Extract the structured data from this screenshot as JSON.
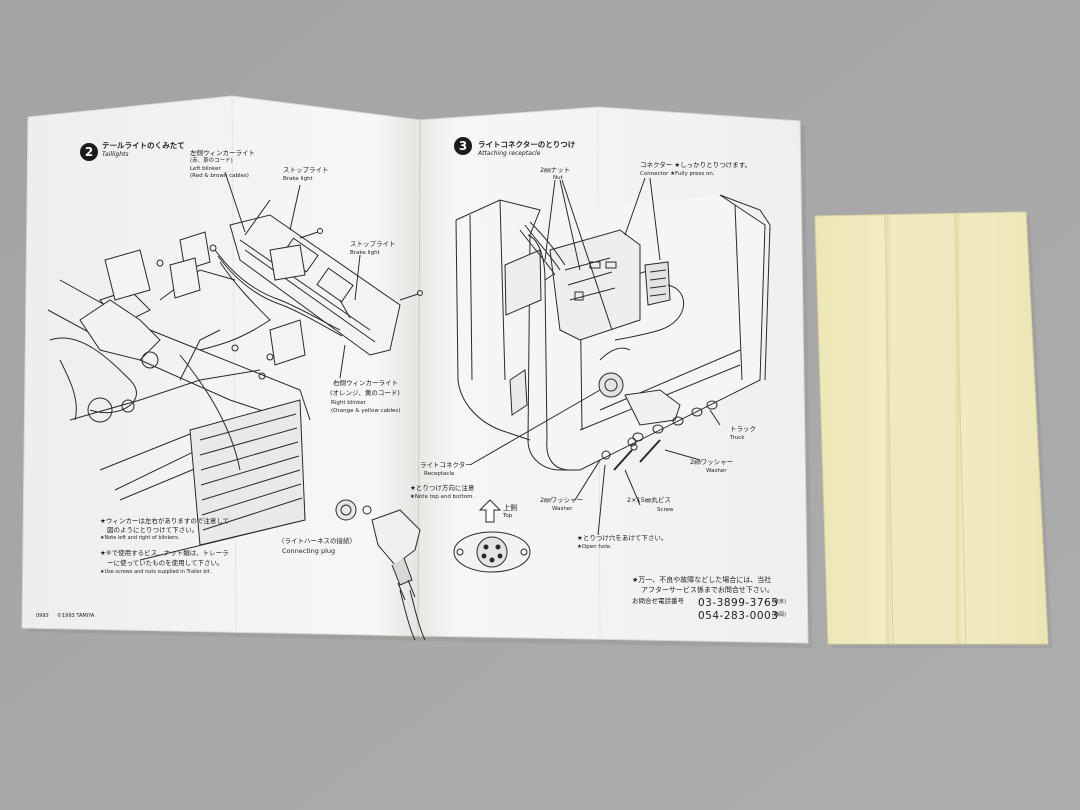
{
  "colors": {
    "background": "#a7a7a9",
    "sheet": "#f4f4f2",
    "note_paper": "#efe9bd",
    "ink": "#1c1c1c"
  },
  "instruction_sheet": {
    "step2": {
      "number": "2",
      "title_jp": "テールライトのくみたて",
      "title_en": "Taillights",
      "labels": {
        "left_blinker_jp": "左側ウィンカーライト",
        "left_blinker_jp2": "(赤、茶のコード)",
        "left_blinker_en": "Left blinker",
        "left_blinker_en2": "(Red & brown cables)",
        "stop_light_1_jp": "ストップライト",
        "stop_light_1_en": "Brake light",
        "stop_light_2_jp": "ストップライト",
        "stop_light_2_en": "Brake light",
        "right_blinker_jp": "右側ウィンカーライト",
        "right_blinker_jp2": "(オレンジ、黄のコード)",
        "right_blinker_en": "Right blinker",
        "right_blinker_en2": "(Orange & yellow cables)"
      },
      "notes": {
        "note1_jp": "★ウィンカーは左右がありますので注意して",
        "note1_jp2": "図のようにとりつけて下さい。",
        "note1_en": "★Note left and right of blinkers.",
        "note2_jp": "★⑥で使用するビス、ナット類は、トレーラ",
        "note2_jp2": "ーに使っていたものを使用して下さい。",
        "note2_en": "★Use screws and nuts supplied in Trailer kit."
      }
    },
    "step3": {
      "number": "3",
      "title_jp": "ライトコネクターのとりつけ",
      "title_en": "Attaching receptacle",
      "labels": {
        "nut_jp": "2㎜ナット",
        "nut_en": "Nut",
        "connector_jp": "コネクター ★しっかりとりつけます。",
        "connector_en": "Connector ★Fully press on.",
        "truck_jp": "トラック",
        "truck_en": "Truck",
        "washer1_jp": "2㎜ワッシャー",
        "washer1_en": "Washer",
        "receptacle_jp": "ライトコネクター",
        "receptacle_en": "Receptacle",
        "washer2_jp": "2㎜ワッシャー",
        "washer2_en": "Washer",
        "screw_jp": "2×15㎜丸ビス",
        "screw_en": "Screw"
      },
      "notes": {
        "topbottom_jp": "★とりつけ方向に注意",
        "topbottom_en": "★Note top and bottom.",
        "top_jp": "上側",
        "top_en": "Top",
        "openhole_jp": "★とりつけ穴をあけて下さい。",
        "openhole_en": "★Open hole."
      }
    },
    "connecting_plug": {
      "label_jp": "〈ライトハーネスの接続〉",
      "label_en": "Connecting plug"
    },
    "contact": {
      "warning_jp": "★万一、不良や故障などした場合には、当社",
      "warning_jp2": "アフターサービス係までお問合せ下さい。",
      "phone_label": "お問合せ電話番号",
      "phone1": "03-3899-3765",
      "phone1_area": "(東京)",
      "phone2": "054-283-0003",
      "phone2_area": "(静岡)"
    },
    "footer": {
      "code": "0993",
      "copyright": "©1993 TAMIYA"
    }
  },
  "note_paper": {
    "folds": 2
  }
}
